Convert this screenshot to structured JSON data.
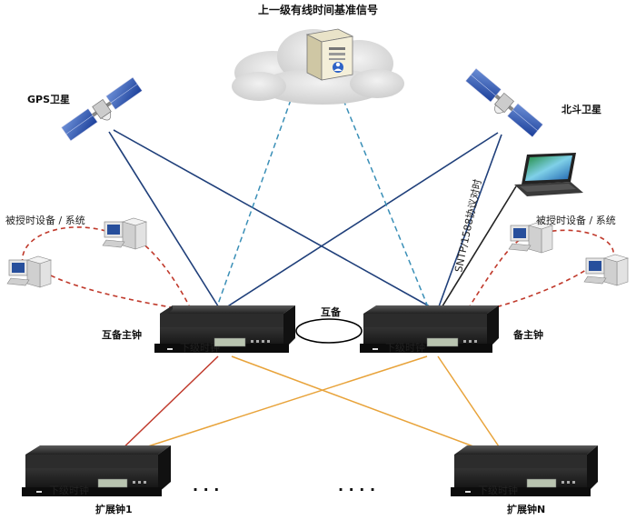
{
  "diagram": {
    "labels": {
      "upstream_signal": "上一级有线时间基准信号",
      "gps": "GPS卫星",
      "beidou": "北斗卫星",
      "clients_left": "被授时设备 / 系统",
      "clients_right": "被授时设备 / 系统",
      "master": "互备主钟",
      "backup": "备主钟",
      "mutual": "互备",
      "ntp": "SNTP/1588协议对时",
      "ext1": "扩展钟1",
      "extN": "扩展钟N",
      "ellipsis_left": "· · ·",
      "ellipsis_right": "· · · ·",
      "device_brand": "下级时钟"
    },
    "colors": {
      "satellite_link": "#1f3f7a",
      "upstream_link": "#3a8fb7",
      "client_link": "#c0392b",
      "ext_link_red": "#c0392b",
      "ext_link_orange": "#e8a33a",
      "ntp_link": "#222222",
      "device_body": "#1b1b1b"
    }
  }
}
